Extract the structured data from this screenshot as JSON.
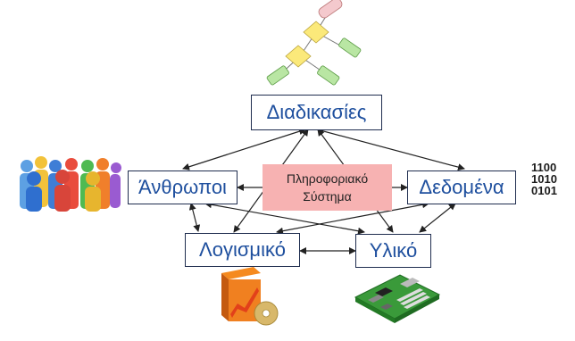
{
  "nodes": {
    "processes": "Διαδικασίες",
    "people": "Άνθρωποι",
    "data": "Δεδομένα",
    "software": "Λογισμικό",
    "hardware": "Υλικό"
  },
  "center": {
    "line1": "Πληροφοριακό",
    "line2": "Σύστημα"
  },
  "binary": [
    "1100",
    "1010",
    "0101"
  ],
  "colors": {
    "node_text": "#1e4f9e",
    "node_border": "#1f2d4f",
    "center_fill": "#f7b2b2",
    "arrow": "#222222"
  },
  "icons": {
    "processes": "flowchart-icon",
    "people": "crowd-of-people-icon",
    "software": "software-box-icon",
    "hardware": "circuit-board-icon",
    "data": "binary-digits-icon"
  }
}
